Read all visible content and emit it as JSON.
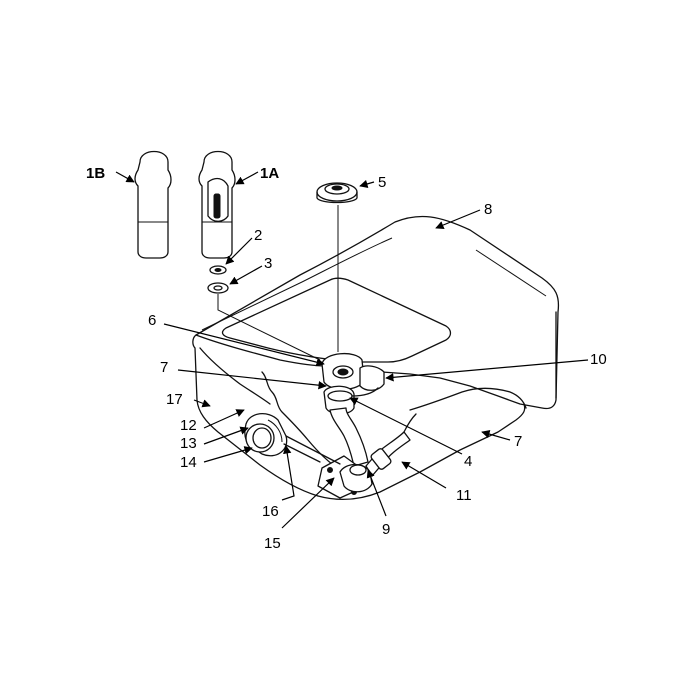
{
  "labels": {
    "l1b": "1B",
    "l1a": "1A",
    "l2": "2",
    "l3": "3",
    "l5": "5",
    "l8": "8",
    "l6": "6",
    "l7a": "7",
    "l7b": "7",
    "l10": "10",
    "l17": "17",
    "l12": "12",
    "l13": "13",
    "l14": "14",
    "l4": "4",
    "l11": "11",
    "l16": "16",
    "l15": "15",
    "l9": "9"
  }
}
